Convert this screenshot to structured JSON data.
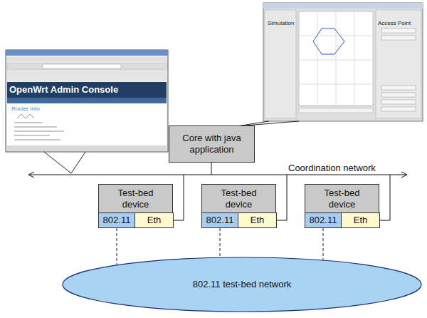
{
  "diagram": {
    "nodes": [
      {
        "text": [
          "Core with java application"
        ]
      },
      {
        "text": [
          "Test-bed device"
        ]
      },
      {
        "text": [
          "802.11"
        ],
        "in": 1
      },
      {
        "text": [
          "Eth"
        ],
        "in": 1
      },
      {
        "text": [
          "Test-bed device"
        ]
      },
      {
        "text": [
          "802.11"
        ],
        "in": 4
      },
      {
        "text": [
          "Eth"
        ],
        "in": 4
      },
      {
        "text": [
          "Test-bed device"
        ]
      },
      {
        "text": [
          "802.11"
        ],
        "in": 7
      },
      {
        "text": [
          "Eth"
        ],
        "in": 7
      },
      {
        "text": [
          "802.11 test-bed network"
        ]
      }
    ],
    "edges": [
      {
        "from": 2,
        "to": 10,
        "arrow": "none"
      },
      {
        "from": 5,
        "to": 10,
        "arrow": "none"
      },
      {
        "from": 8,
        "to": 10,
        "arrow": "none"
      }
    ],
    "labels": [
      "OpenWrt Admin Console",
      "Router Info",
      "Simulation",
      "Access Point",
      "Coordination network"
    ]
  }
}
